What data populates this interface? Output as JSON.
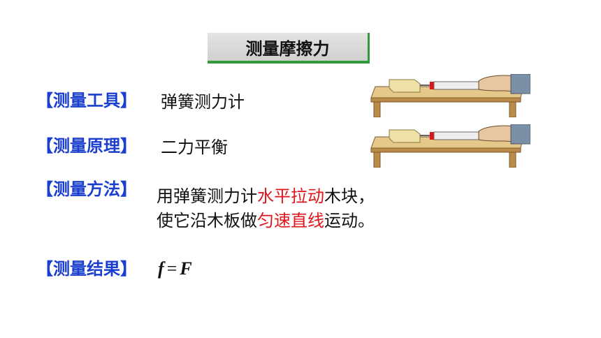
{
  "title": "测量摩擦力",
  "rows": {
    "tool": {
      "label": "【测量工具】",
      "value": "弹簧测力计"
    },
    "principle": {
      "label": "【测量原理】",
      "value": "二力平衡"
    },
    "method": {
      "label": "【测量方法】",
      "line1": {
        "pre": "用弹簧测力计",
        "highlight": "水平拉动",
        "post": "木块，"
      },
      "line2": {
        "pre": "使它沿木板做",
        "highlight": "匀速直线",
        "post": "运动。"
      }
    },
    "result": {
      "label": "【测量结果】",
      "f": "f",
      "eq": "=",
      "F": "F"
    }
  },
  "colors": {
    "label": "#1a3fd0",
    "highlight": "#e0151b",
    "title_accent": "#2e9a3c"
  },
  "illustrations": [
    "block-pulled-by-spring-scale",
    "block-pulled-by-spring-scale"
  ]
}
